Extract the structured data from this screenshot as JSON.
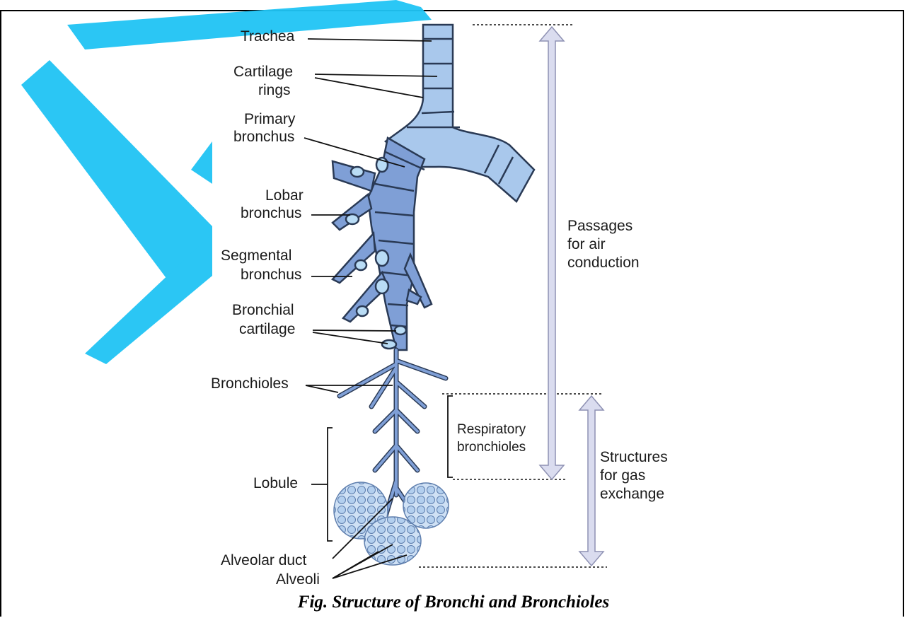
{
  "labels": {
    "trachea": "Trachea",
    "cartilage_rings_1": "Cartilage",
    "cartilage_rings_2": "rings",
    "primary_bronchus_1": "Primary",
    "primary_bronchus_2": "bronchus",
    "lobar_bronchus_1": "Lobar",
    "lobar_bronchus_2": "bronchus",
    "segmental_bronchus_1": "Segmental",
    "segmental_bronchus_2": "bronchus",
    "bronchial_cartilage_1": "Bronchial",
    "bronchial_cartilage_2": "cartilage",
    "bronchioles": "Bronchioles",
    "lobule": "Lobule",
    "alveolar_duct": "Alveolar duct",
    "alveoli": "Alveoli",
    "respiratory_bronchioles_1": "Respiratory",
    "respiratory_bronchioles_2": "bronchioles",
    "passages_1": "Passages",
    "passages_2": "for air",
    "passages_3": "conduction",
    "structures_1": "Structures",
    "structures_2": "for gas",
    "structures_3": "exchange"
  },
  "caption": "Fig. Structure of Bronchi and Bronchioles",
  "watermark": "Dr",
  "colors": {
    "airway": "#7f9fd6",
    "airway_light": "#a9c8ec",
    "cartilage": "#b9dcf5",
    "outline": "#2a3a55",
    "arrow_fill": "#dadcef",
    "watermark": "#20c4f4"
  }
}
